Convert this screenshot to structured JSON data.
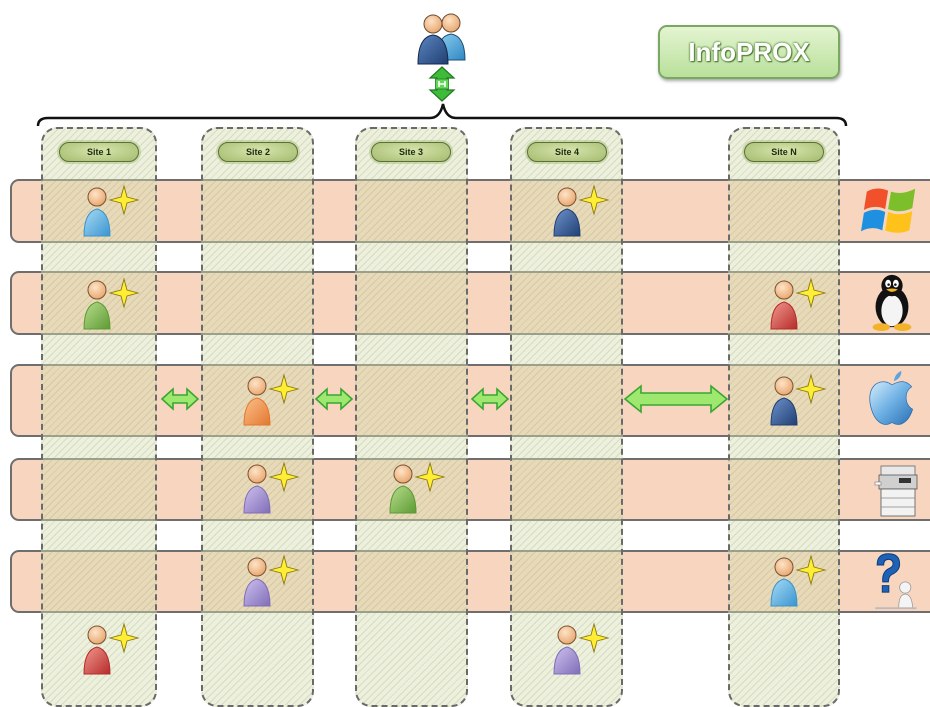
{
  "brand": {
    "label": "InfoPROX"
  },
  "sites": [
    {
      "label": "Site 1"
    },
    {
      "label": "Site 2"
    },
    {
      "label": "Site 3"
    },
    {
      "label": "Site 4"
    },
    {
      "label": "Site N"
    }
  ],
  "rows": [
    {
      "os_icon": "windows-logo-icon"
    },
    {
      "os_icon": "linux-tux-icon"
    },
    {
      "os_icon": "apple-logo-icon"
    },
    {
      "os_icon": "printer-copier-icon"
    },
    {
      "os_icon": "question-mark-person-icon"
    }
  ],
  "colors": {
    "row_band": "#f8d5bf",
    "site_column": "#d4deb2",
    "connector_arrow": "#5cc43c",
    "sparkle": "#ffee33",
    "user_blue": "#5aa6d8",
    "user_navy": "#2d5a94",
    "user_green": "#86b95a",
    "user_red": "#d94a4a",
    "user_orange": "#f09a52",
    "user_purple": "#a595d0"
  },
  "users": [
    {
      "row": 1,
      "site": "Site 1",
      "color": "light-blue",
      "icon": "user-star-icon"
    },
    {
      "row": 1,
      "site": "Site 4",
      "color": "navy",
      "icon": "user-star-icon"
    },
    {
      "row": 2,
      "site": "Site 1",
      "color": "green",
      "icon": "user-star-icon"
    },
    {
      "row": 2,
      "site": "Site N",
      "color": "red",
      "icon": "user-star-icon"
    },
    {
      "row": 3,
      "site": "Site 2",
      "color": "orange",
      "icon": "user-star-icon"
    },
    {
      "row": 3,
      "site": "Site N",
      "color": "navy",
      "icon": "user-star-icon"
    },
    {
      "row": 4,
      "site": "Site 2",
      "color": "purple",
      "icon": "user-star-icon"
    },
    {
      "row": 4,
      "site": "Site 3",
      "color": "green",
      "icon": "user-star-icon"
    },
    {
      "row": 5,
      "site": "Site 2",
      "color": "purple",
      "icon": "user-star-icon"
    },
    {
      "row": 5,
      "site": "Site N",
      "color": "light-blue",
      "icon": "user-star-icon"
    },
    {
      "site": "Site 1",
      "color": "red",
      "icon": "user-star-icon"
    },
    {
      "site": "Site 4",
      "color": "purple",
      "icon": "user-star-icon"
    }
  ],
  "header_icons": [
    "user-group-icon",
    "hub-double-arrow-icon"
  ]
}
